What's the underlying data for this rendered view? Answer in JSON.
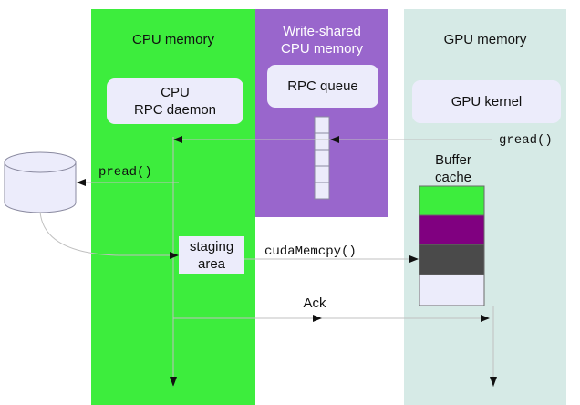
{
  "columns": {
    "cpu_title": "CPU memory",
    "shared_title_line1": "Write-shared",
    "shared_title_line2": "CPU memory",
    "gpu_title": "GPU memory"
  },
  "boxes": {
    "cpu_daemon_line1": "CPU",
    "cpu_daemon_line2": "RPC daemon",
    "rpc_queue": "RPC queue",
    "gpu_kernel": "GPU kernel",
    "staging_line1": "staging",
    "staging_line2": "area"
  },
  "labels": {
    "gread": "gread()",
    "pread": "pread()",
    "cudamemcpy": "cudaMemcpy()",
    "ack": "Ack",
    "buffer_cache_line1": "Buffer",
    "buffer_cache_line2": "cache"
  },
  "buffer_cache_colors": [
    "#3ded3d",
    "#800080",
    "#4a4a4a",
    "#ececfb"
  ],
  "colors": {
    "cpu_column": "#3ded3d",
    "shared_column": "#9966cc",
    "gpu_column": "#d6eae6",
    "box_fill": "#ececfb",
    "arrow": "#111111",
    "faint_line": "#c8c8c8"
  }
}
